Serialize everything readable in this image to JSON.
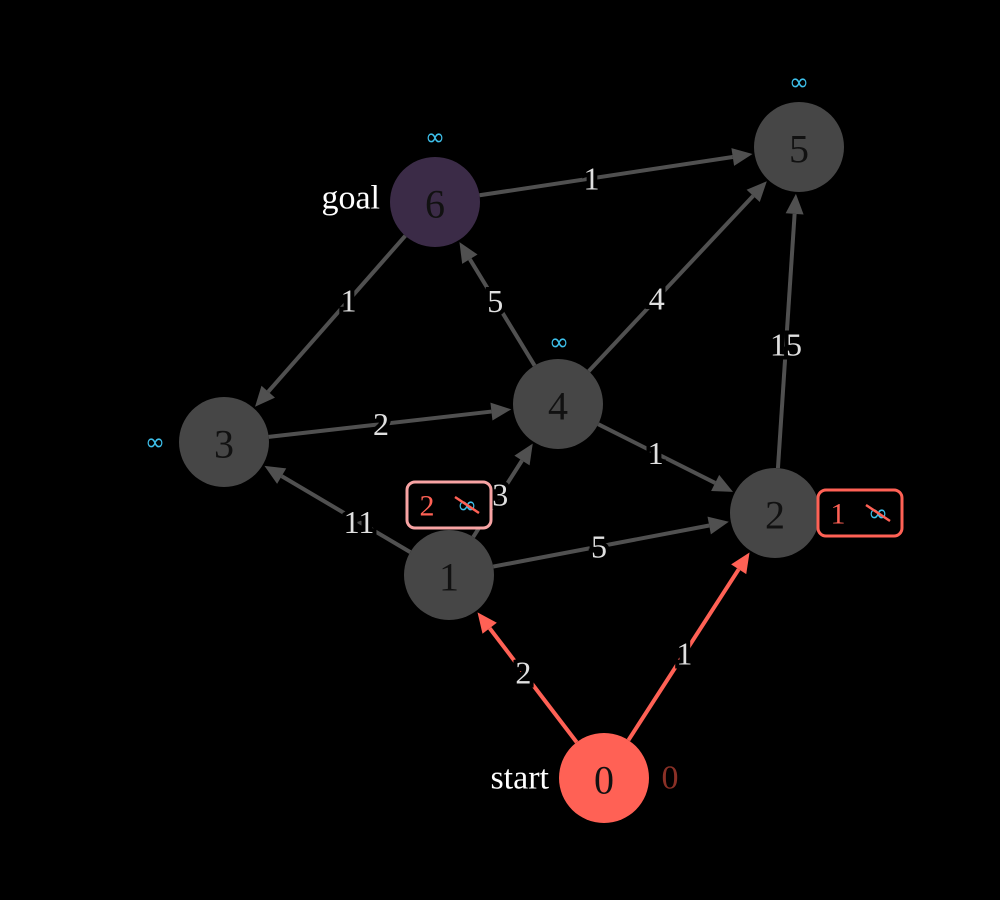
{
  "colors": {
    "background": "#000000",
    "node_default": "#464646",
    "node_start": "#ff6155",
    "node_goal": "#3b2b47",
    "edge_default": "#505050",
    "edge_active": "#ff6155",
    "edge_label": "#e0e0e0",
    "infinity": "#3ec1ec",
    "node_text": "#111111",
    "side_text": "#ffffff",
    "start_dist": "#8a3026",
    "box_pink": "#f7a3a3",
    "box_red": "#ff6155"
  },
  "nodes": [
    {
      "id": "0",
      "label": "0",
      "kind": "start",
      "dist": "0"
    },
    {
      "id": "1",
      "label": "1",
      "kind": "normal",
      "dist": "∞",
      "tentative": "2"
    },
    {
      "id": "2",
      "label": "2",
      "kind": "normal",
      "dist": "∞",
      "tentative": "1"
    },
    {
      "id": "3",
      "label": "3",
      "kind": "normal",
      "dist": "∞"
    },
    {
      "id": "4",
      "label": "4",
      "kind": "normal",
      "dist": "∞"
    },
    {
      "id": "5",
      "label": "5",
      "kind": "normal",
      "dist": "∞"
    },
    {
      "id": "6",
      "label": "6",
      "kind": "goal",
      "dist": "∞"
    }
  ],
  "edges": [
    {
      "from": "0",
      "to": "1",
      "weight": "2",
      "active": true
    },
    {
      "from": "0",
      "to": "2",
      "weight": "1",
      "active": true
    },
    {
      "from": "1",
      "to": "2",
      "weight": "5",
      "active": false
    },
    {
      "from": "1",
      "to": "3",
      "weight": "11",
      "active": false
    },
    {
      "from": "1",
      "to": "4",
      "weight": "3",
      "active": false
    },
    {
      "from": "3",
      "to": "4",
      "weight": "2",
      "active": false
    },
    {
      "from": "4",
      "to": "2",
      "weight": "1",
      "active": false
    },
    {
      "from": "4",
      "to": "6",
      "weight": "5",
      "active": false
    },
    {
      "from": "4",
      "to": "5",
      "weight": "4",
      "active": false
    },
    {
      "from": "2",
      "to": "5",
      "weight": "15",
      "active": false
    },
    {
      "from": "6",
      "to": "3",
      "weight": "1",
      "active": false
    },
    {
      "from": "6",
      "to": "5",
      "weight": "1",
      "active": false
    }
  ],
  "labels": {
    "start": "start",
    "goal": "goal"
  }
}
